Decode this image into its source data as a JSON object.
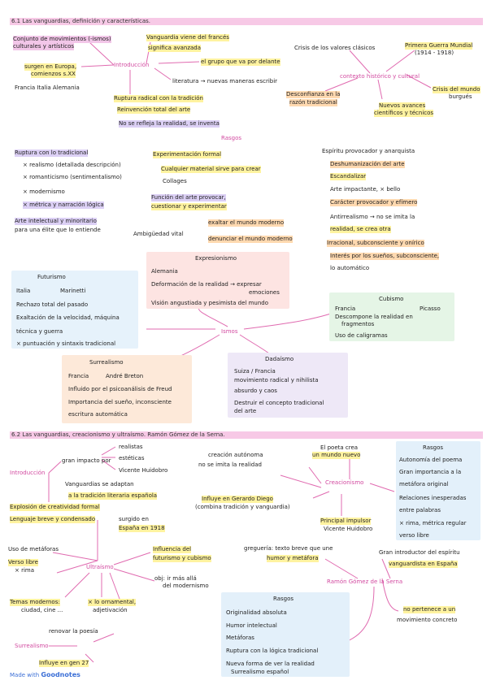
{
  "section1": {
    "title": "6.1 Las vanguardias, definición y características.",
    "intro": {
      "center": "Introducción",
      "items": [
        "Conjunto de movimientos (-ismos)",
        "culturales y artísticos",
        "surgen en Europa,",
        "comienzos s.XX",
        "Francia  Italia  Alemania",
        "Vanguardia viene del francés",
        "significa avanzada",
        "el grupo que va por delante",
        "literatura → nuevas maneras escribir",
        "Ruptura radical con la tradición",
        "Reinvención total del arte",
        "No se refleja la realidad, se inventa"
      ]
    },
    "context": {
      "center": "contexto histórico y cultural",
      "items": [
        "Crisis de los valores clásicos",
        "Primera Guerra Mundial",
        "(1914 - 1918)",
        "Crisis del mundo",
        "burgués",
        "Desconfianza en la",
        "razón tradicional",
        "Nuevos avances",
        "científicos y técnicos"
      ]
    },
    "rasgos": {
      "label": "Rasgos",
      "col1": [
        "Ruptura con lo tradicional",
        "× realismo (detallada descripción)",
        "× romanticismo (sentimentalismo)",
        "× modernismo",
        "× métrica y narración lógica",
        "Arte intelectual y minoritario",
        "para una élite que lo entiende"
      ],
      "col2": [
        "Experimentación formal",
        "Cualquier material sirve para crear",
        "Collages",
        "Función del arte provocar,",
        "cuestionar y experimentar",
        "Ambigüedad vital",
        "exaltar el mundo moderno",
        "denunciar el mundo moderno"
      ],
      "col3": [
        "Espíritu provocador y anarquista",
        "Deshumanización del arte",
        "Escandalizar",
        "Arte impactante, × bello",
        "Carácter provocador y efímero",
        "Antirrealismo → no se imita la",
        "realidad, se crea otra",
        "Irracional, subconsciente y onírico",
        "Interés por los sueños, subconsciente,",
        "lo automático"
      ]
    },
    "isms": {
      "center": "Ismos",
      "expresionismo": {
        "title": "Expresionismo",
        "items": [
          "Alemania",
          "Deformación de la realidad → expresar",
          "emociones",
          "Visión angustiada y pesimista del mundo"
        ]
      },
      "futurismo": {
        "title": "Futurismo",
        "items": [
          "Italia",
          "Marinetti",
          "Rechazo total del pasado",
          "Exaltación de la velocidad, máquina",
          "técnica y guerra",
          "× puntuación y sintaxis tradicional"
        ]
      },
      "cubismo": {
        "title": "Cubismo",
        "items": [
          "Francia",
          "Picasso",
          "Descompone la realidad en",
          "fragmentos",
          "Uso de caligramas"
        ]
      },
      "surrealismo": {
        "title": "Surrealismo",
        "items": [
          "Francia",
          "André Breton",
          "Influido por el psicoanálisis de Freud",
          "Importancia del sueño, inconsciente",
          "escritura automática"
        ]
      },
      "dadaismo": {
        "title": "Dadaísmo",
        "items": [
          "Suiza / Francia",
          "movimiento radical y nihilista",
          "absurdo y caos",
          "Destruir el concepto tradicional",
          "del arte"
        ]
      }
    }
  },
  "section2": {
    "title": "6.2 Las vanguardias, creacionismo y ultraísmo. Ramón Gómez de la Serna.",
    "intro": {
      "center": "Introducción",
      "items": [
        "gran impacto por",
        "realistas",
        "estéticas",
        "Vicente Huidobro",
        "Vanguardias se adaptan",
        "a la tradición literaria española",
        "Explosión de creatividad formal"
      ]
    },
    "creacionismo": {
      "center": "Creacionismo",
      "items": [
        "creación autónoma",
        "no se imita la realidad",
        "El poeta crea",
        "un mundo nuevo",
        "Influye en Gerardo Diego",
        "(combina tradición y vanguardia)",
        "Principal impulsor",
        "Vicente Huidobro"
      ]
    },
    "rasgos_creac": {
      "title": "Rasgos",
      "items": [
        "Autonomía del poema",
        "Gran importancia a la",
        "metáfora original",
        "Relaciones inesperadas",
        "entre palabras",
        "× rima, métrica regular",
        "verso libre"
      ]
    },
    "ultraismo": {
      "center": "Ultraísmo",
      "items": [
        "Lenguaje breve y condensado",
        "surgido en",
        "España en 1918",
        "Uso de metáforas",
        "Verso libre",
        "× rima",
        "Influencia del",
        "futurismo y cubismo",
        "obj: ir más allá",
        "del modernismo",
        "Temas modernos:",
        "ciudad, cine ...",
        "× lo ornamental,",
        "adjetivación",
        "renovar la poesía",
        "Surrealismo",
        "Influye en gen 27"
      ]
    },
    "ramon": {
      "center": "Ramón Gómez de la Serna",
      "items": [
        "greguería: texto breve que une",
        "humor y metáfora",
        "Gran introductor del espíritu",
        "vanguardista en España",
        "no pertenece a un",
        "movimiento concreto"
      ]
    },
    "rasgos_ramon": {
      "title": "Rasgos",
      "items": [
        "Originalidad absoluta",
        "Humor intelectual",
        "Metáforas",
        "Ruptura con la lógica tradicional",
        "Nueva forma de ver la realidad",
        "Surrealismo español"
      ]
    }
  },
  "footer": {
    "made_with": "Made with",
    "brand": "Goodnotes"
  },
  "colors": {
    "highlight_yellow": "#fff3a0",
    "highlight_pink": "#f2c6e8",
    "highlight_orange": "#ffd9b0",
    "highlight_violet": "#dcd0f5",
    "pink_text": "#d24aa0"
  }
}
